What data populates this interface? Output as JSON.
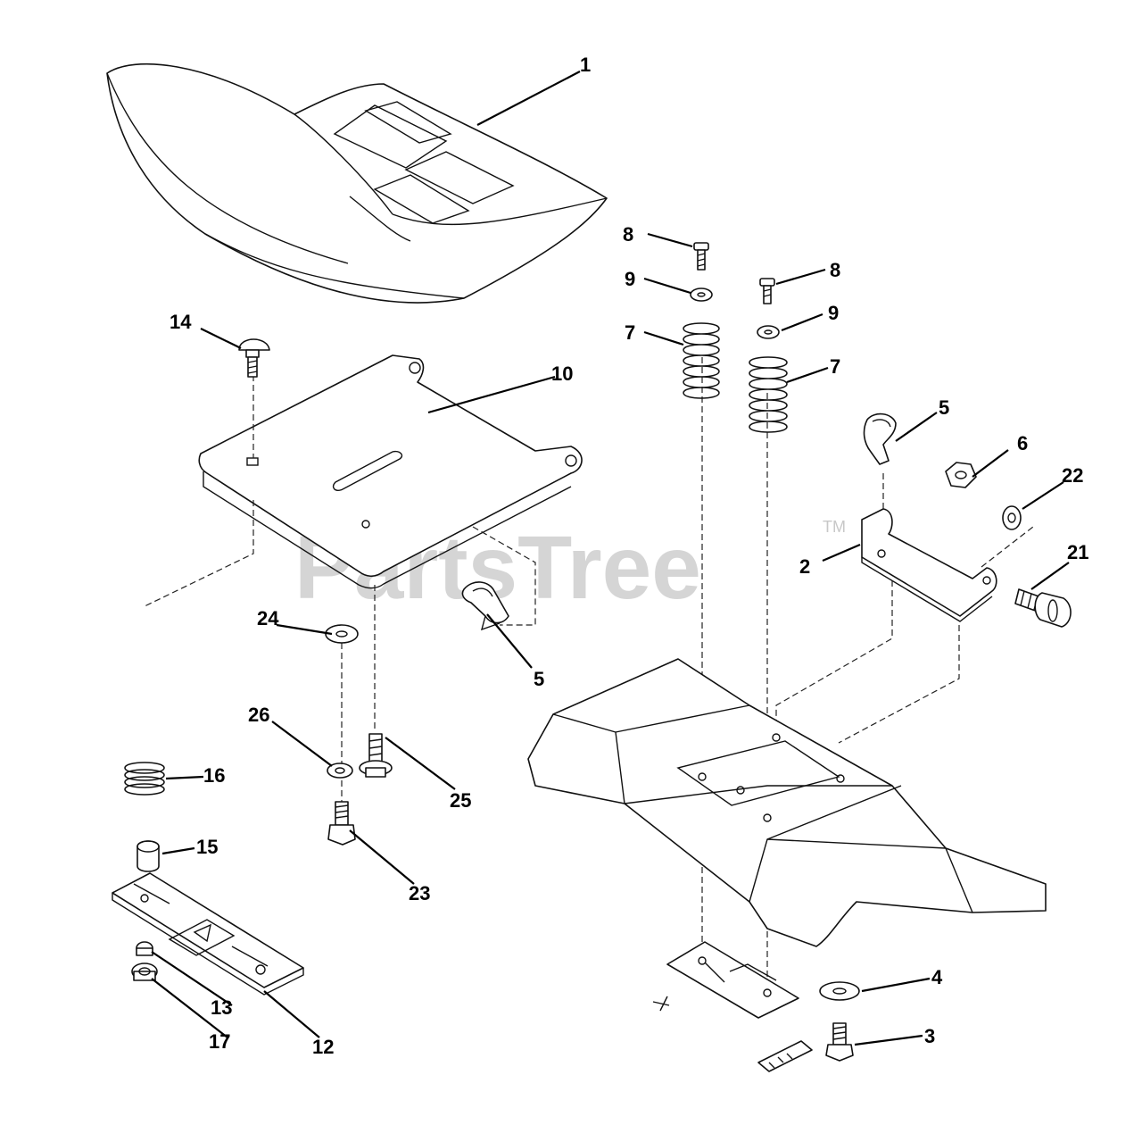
{
  "watermark": {
    "text": "PartsTree",
    "trademark": "TM"
  },
  "callouts": {
    "c1": "1",
    "c2": "2",
    "c3": "3",
    "c4": "4",
    "c5a": "5",
    "c5b": "5",
    "c6": "6",
    "c7a": "7",
    "c7b": "7",
    "c8a": "8",
    "c8b": "8",
    "c9a": "9",
    "c9b": "9",
    "c10": "10",
    "c12": "12",
    "c13": "13",
    "c14": "14",
    "c15": "15",
    "c16": "16",
    "c17": "17",
    "c21": "21",
    "c22": "22",
    "c23": "23",
    "c24": "24",
    "c25": "25",
    "c26": "26"
  }
}
